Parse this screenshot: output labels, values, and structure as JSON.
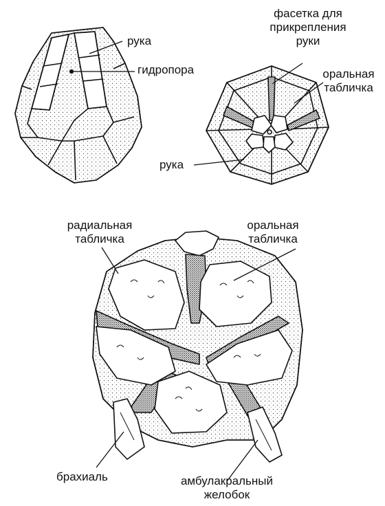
{
  "labels": {
    "arm_top": "рука",
    "hydropore": "гидропора",
    "facet_line1": "фасетка для",
    "facet_line2": "прикрепления",
    "facet_line3": "руки",
    "oral_top_line1": "оральная",
    "oral_top_line2": "табличка",
    "arm_oral": "рука",
    "radial_line1": "радиальная",
    "radial_line2": "табличка",
    "oral_bottom_line1": "оральная",
    "oral_bottom_line2": "табличка",
    "brachial": "брахиаль",
    "ambulacral_line1": "амбулакральный",
    "ambulacral_line2": "желобок"
  },
  "colors": {
    "ink": "#111111",
    "paper": "#ffffff",
    "shade": "#333333"
  }
}
